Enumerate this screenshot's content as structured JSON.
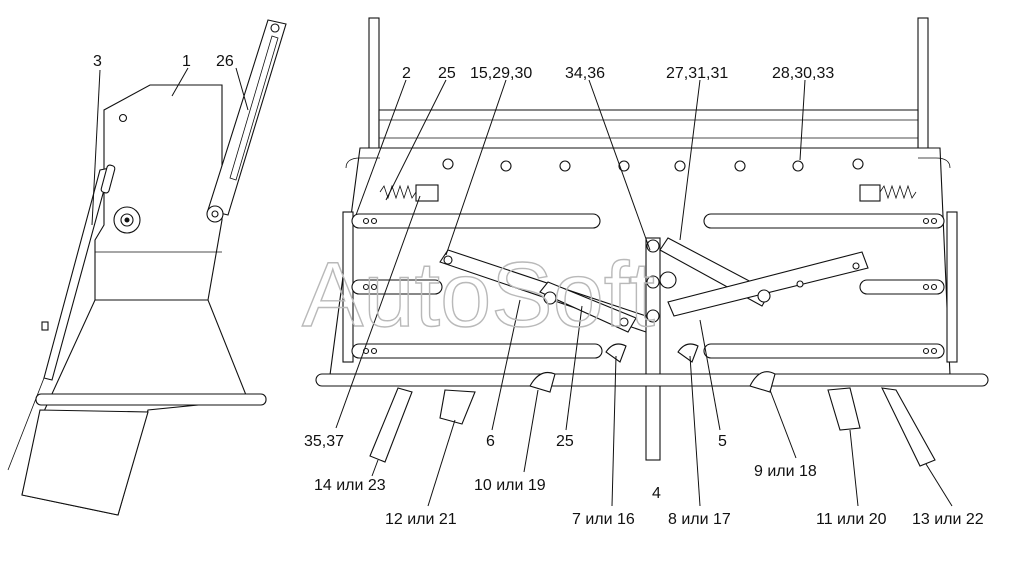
{
  "watermark": "AutoSoft",
  "labels": {
    "l3": "3",
    "l1": "1",
    "l26": "26",
    "l2": "2",
    "l25_top": "25",
    "l15_29_30": "15,29,30",
    "l34_36": "34,36",
    "l27_31_31": "27,31,31",
    "l28_30_33": "28,30,33",
    "l35_37": "35,37",
    "l6": "6",
    "l25_bottom": "25",
    "l5": "5",
    "l14_23": "14 или 23",
    "l12_21": "12 или 21",
    "l10_19": "10 или 19",
    "l7_16": "7 или 16",
    "l4": "4",
    "l8_17": "8 или 17",
    "l9_18": "9 или 18",
    "l11_20": "11 или 20",
    "l13_22": "13 или 22"
  }
}
